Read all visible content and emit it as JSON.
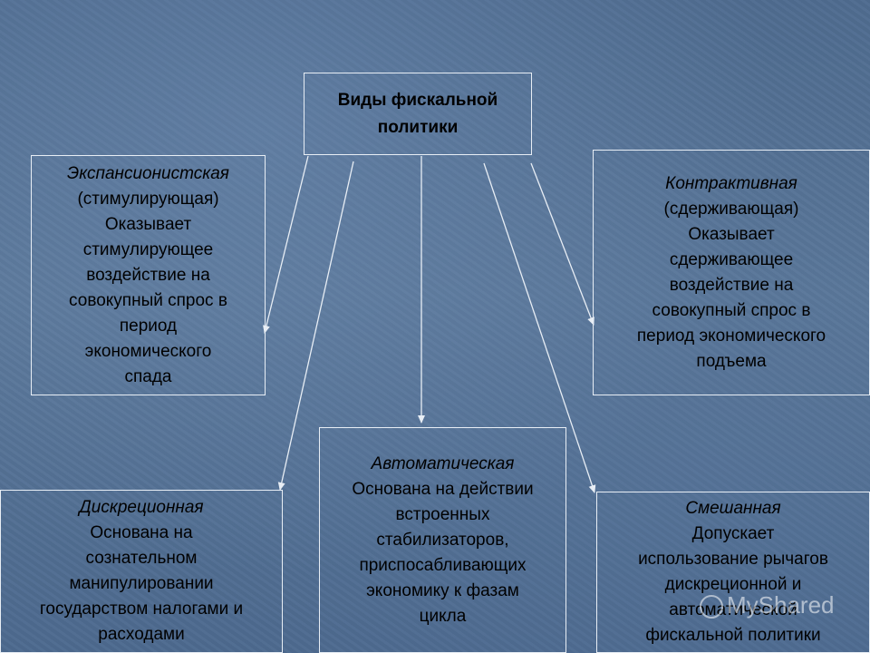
{
  "root": {
    "label": "Виды фискальной\nполитики"
  },
  "expansionary": {
    "title": "Экспансионистская",
    "subtitle": "(стимулирующая)",
    "description": "Оказывает\nстимулирующее\nвоздействие на\nсовокупный спрос в\nпериод\nэкономического\nспада"
  },
  "contractionary": {
    "title": "Контрактивная",
    "subtitle": "(сдерживающая)",
    "description": "Оказывает\nсдерживающее\nвоздействие на\nсовокупный спрос в\nпериод экономического\nподъема"
  },
  "discretionary": {
    "title": "Дискреционная",
    "description": "Основана на\nсознательном\nманипулировании\nгосударством налогами и\nрасходами"
  },
  "automatic": {
    "title": "Автоматическая",
    "description": "Основана на действии\nвстроенных\nстабилизаторов,\nприспосабливающих\nэкономику к фазам\nцикла"
  },
  "mixed": {
    "title": "Смешанная",
    "description": "Допускает\nиспользование рычагов\nдискреционной и\nавтоматической\nфискальной политики"
  },
  "watermark": {
    "text": "MyShared"
  },
  "colors": {
    "background": "#56739a",
    "border": "#e8eef5",
    "text": "#000000"
  }
}
